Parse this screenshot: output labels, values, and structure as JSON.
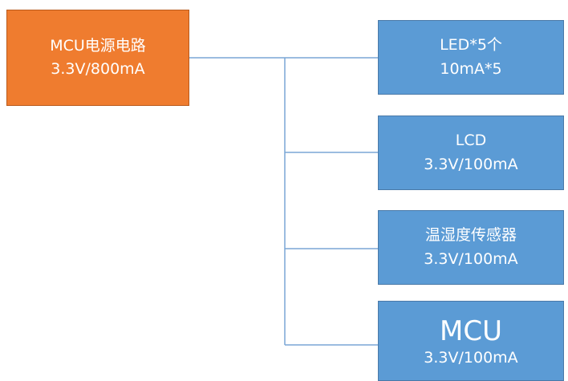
{
  "source": {
    "title": "MCU电源电路",
    "spec": "3.3V/800mA"
  },
  "loads": [
    {
      "title": "LED*5个",
      "spec": "10mA*5"
    },
    {
      "title": "LCD",
      "spec": "3.3V/100mA"
    },
    {
      "title": "温湿度传感器",
      "spec": "3.3V/100mA"
    },
    {
      "title": "MCU",
      "spec": "3.3V/100mA"
    }
  ],
  "colors": {
    "source_fill": "#ef7c2f",
    "load_fill": "#5b9bd5",
    "connector": "#7aa6d6"
  }
}
